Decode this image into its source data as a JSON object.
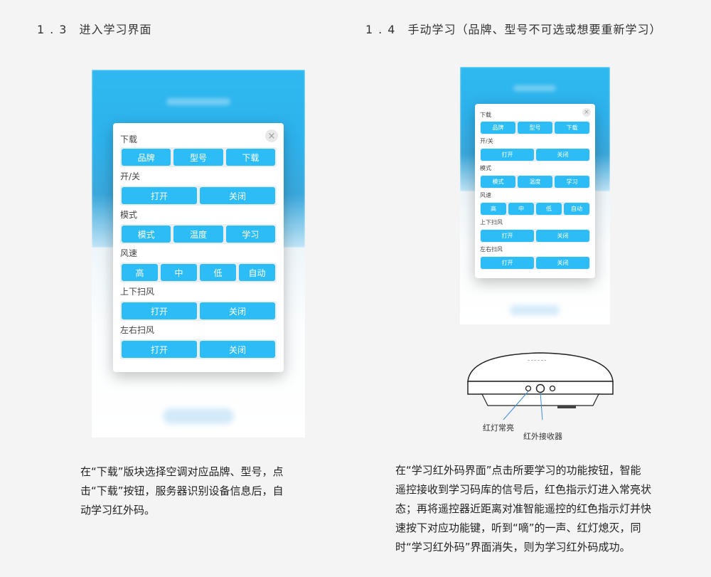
{
  "sections": [
    {
      "number": "1.3",
      "title": "进入学习界面",
      "dialog": {
        "close_label": "×",
        "groups": [
          {
            "label": "下载",
            "buttons": [
              "品牌",
              "型号",
              "下载"
            ]
          },
          {
            "label": "开/关",
            "buttons": [
              "打开",
              "关闭"
            ]
          },
          {
            "label": "模式",
            "buttons": [
              "模式",
              "温度",
              "学习"
            ]
          },
          {
            "label": "风速",
            "buttons": [
              "高",
              "中",
              "低",
              "自动"
            ]
          },
          {
            "label": "上下扫风",
            "buttons": [
              "打开",
              "关闭"
            ]
          },
          {
            "label": "左右扫风",
            "buttons": [
              "打开",
              "关闭"
            ]
          }
        ]
      },
      "description_lines": [
        "在“下载”版块选择空调对应品牌、型号，点",
        "击“下载”按钮，服务器识别设备信息后，自",
        "动学习红外码。"
      ]
    },
    {
      "number": "1.4",
      "title": "手动学习（品牌、型号不可选或想要重新学习）",
      "dialog": {
        "close_label": "×",
        "groups": [
          {
            "label": "下载",
            "buttons": [
              "品牌",
              "型号",
              "下载"
            ]
          },
          {
            "label": "开/关",
            "buttons": [
              "打开",
              "关闭"
            ]
          },
          {
            "label": "模式",
            "buttons": [
              "模式",
              "温度",
              "学习"
            ]
          },
          {
            "label": "风速",
            "buttons": [
              "高",
              "中",
              "低",
              "自动"
            ]
          },
          {
            "label": "上下扫风",
            "buttons": [
              "打开",
              "关闭"
            ]
          },
          {
            "label": "左右扫风",
            "buttons": [
              "打开",
              "关闭"
            ]
          }
        ]
      },
      "device": {
        "label_red_light": "红灯常亮",
        "label_receiver": "红外接收器"
      },
      "description_lines": [
        "在“学习红外码界面”点击所要学习的功能按钮，智能",
        "遥控接收到学习码库的信号后，红色指示灯进入常亮状",
        "态；再将遥控器近距离对准智能遥控的红色指示灯并快",
        "速按下对应功能键，听到“嘀”的一声、红灯熄灭，同",
        "时“学习红外码”界面消失，则为学习红外码成功。"
      ]
    }
  ],
  "colors": {
    "accent_button": "#2cbcf6",
    "phone_header_blue": "#2fb9f0",
    "page_background": "#f4f4f4",
    "device_arrow": "#3a8ed8"
  }
}
